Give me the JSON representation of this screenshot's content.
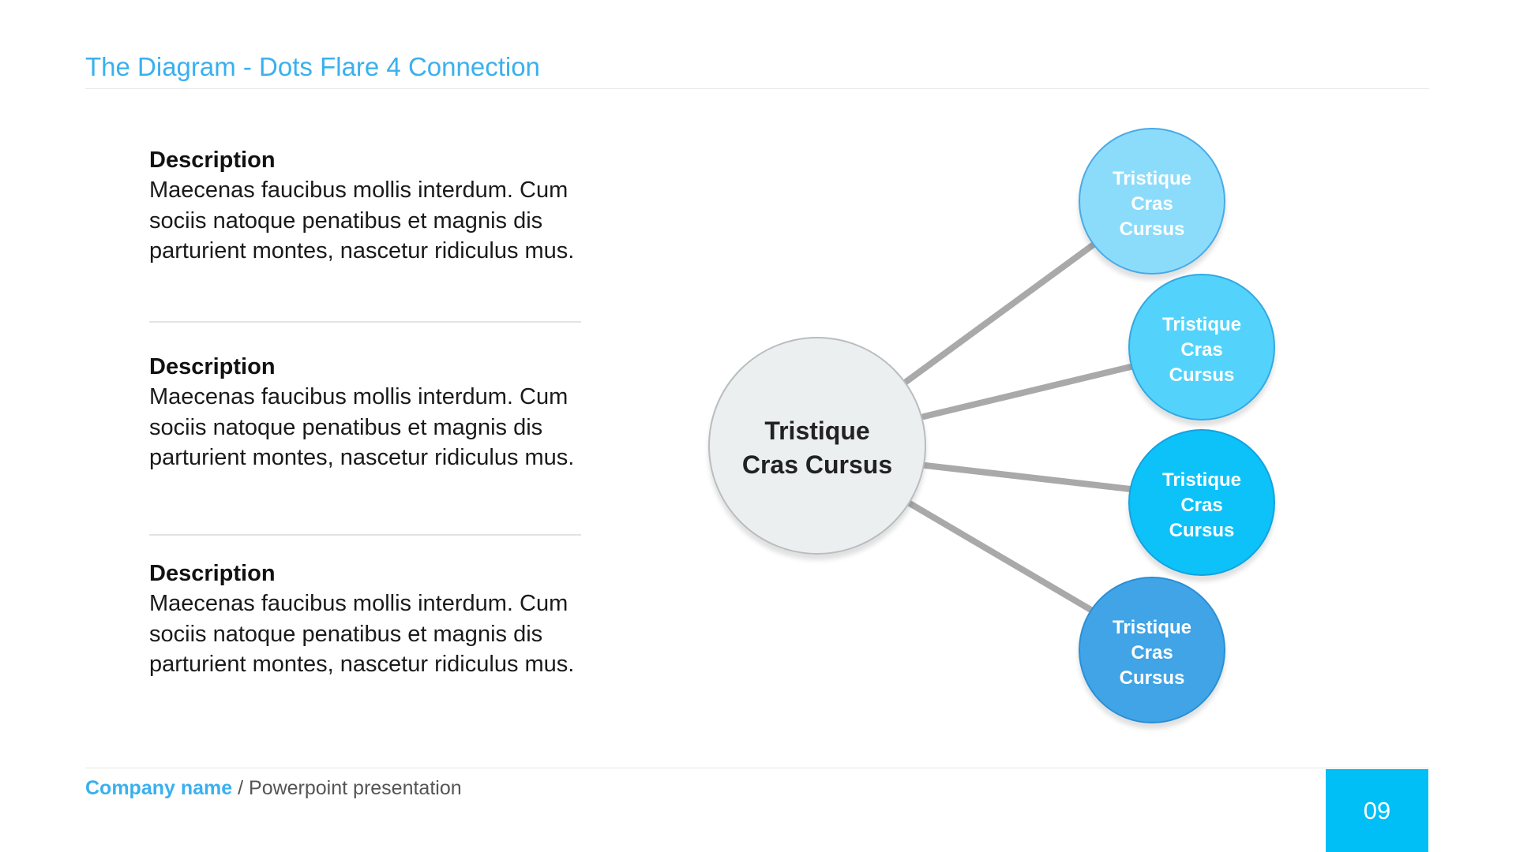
{
  "slide": {
    "title": "The Diagram - Dots Flare 4 Connection",
    "page_number": "09"
  },
  "descriptions": [
    {
      "heading": "Description",
      "text": "Maecenas faucibus mollis interdum. Cum sociis natoque penatibus et magnis dis parturient montes, nascetur ridiculus mus."
    },
    {
      "heading": "Description",
      "text": "Maecenas faucibus mollis interdum. Cum sociis natoque penatibus et magnis dis parturient montes, nascetur ridiculus mus."
    },
    {
      "heading": "Description",
      "text": "Maecenas faucibus mollis interdum. Cum sociis natoque penatibus et magnis dis parturient montes, nascetur ridiculus mus."
    }
  ],
  "diagram": {
    "center": {
      "line1": "Tristique",
      "line2": "Cras Cursus",
      "fill": "#eceff0",
      "stroke": "#b8bdbf"
    },
    "nodes": [
      {
        "line1": "Tristique",
        "line2": "Cras",
        "line3": "Cursus",
        "fill": "#8bdcfb",
        "stroke": "#4aaae6"
      },
      {
        "line1": "Tristique",
        "line2": "Cras",
        "line3": "Cursus",
        "fill": "#52d3fb",
        "stroke": "#33a8e3"
      },
      {
        "line1": "Tristique",
        "line2": "Cras",
        "line3": "Cursus",
        "fill": "#07c2f8",
        "stroke": "#12a2de"
      },
      {
        "line1": "Tristique",
        "line2": "Cras",
        "line3": "Cursus",
        "fill": "#41a4e6",
        "stroke": "#2c8fd6"
      }
    ],
    "connector_color": "#a9a9a9"
  },
  "footer": {
    "company": "Company name",
    "separator": " / ",
    "subtitle": "Powerpoint presentation"
  },
  "colors": {
    "accent": "#3ab0ee",
    "page_box": "#00bef6"
  }
}
